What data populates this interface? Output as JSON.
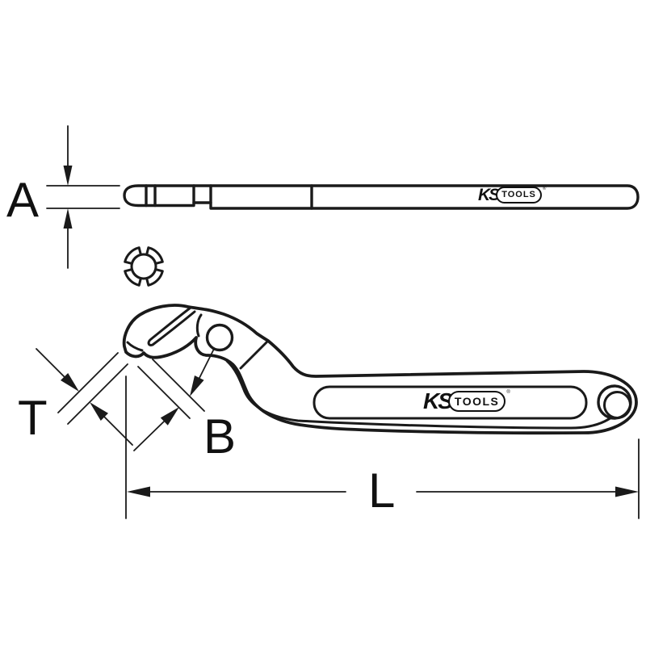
{
  "diagram": {
    "title_hint": "hook wrench technical drawing",
    "colors": {
      "line": "#1a1a1a",
      "text": "#111111",
      "background": "#ffffff"
    },
    "dimension_labels": {
      "a": "A",
      "t": "T",
      "b": "B",
      "l": "L"
    },
    "logos": {
      "side_view": {
        "ks": "KS",
        "tools": "TOOLS",
        "reg": "®"
      },
      "main_view": {
        "ks": "KS",
        "tools": "TOOLS",
        "reg": "®"
      }
    }
  }
}
